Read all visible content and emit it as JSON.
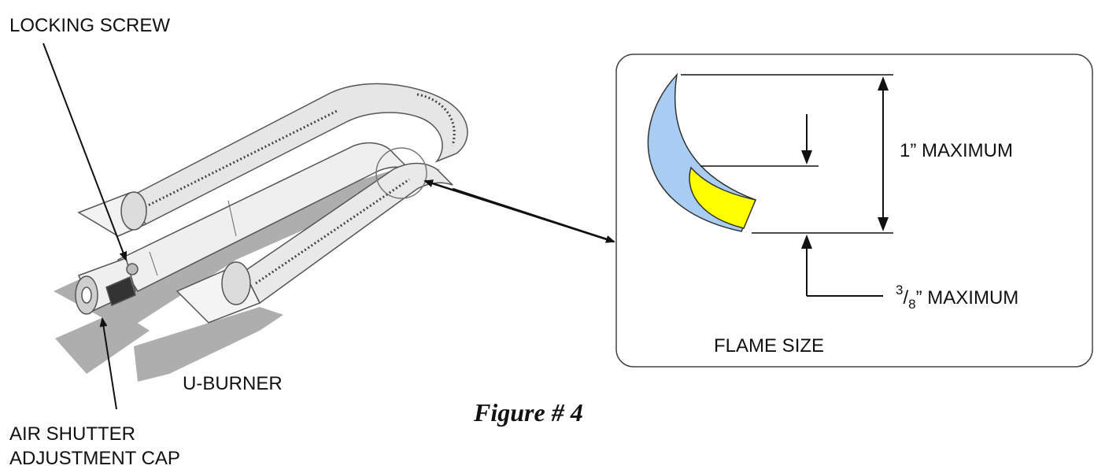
{
  "labels": {
    "locking_screw": "LOCKING SCREW",
    "u_burner": "U-BURNER",
    "air_shutter_line1": "AIR SHUTTER",
    "air_shutter_line2": "ADJUSTMENT CAP",
    "one_inch_max": "1” MAXIMUM",
    "three_eighths_num": "3",
    "three_eighths_den": "8",
    "three_eighths_rest": "” MAXIMUM",
    "flame_size": "FLAME SIZE"
  },
  "caption": "Figure # 4",
  "colors": {
    "outer_flame": "#a9cdf2",
    "inner_flame": "#ffff00",
    "burner_body": "#e8e8e8",
    "shadow": "#aaaaaa"
  }
}
